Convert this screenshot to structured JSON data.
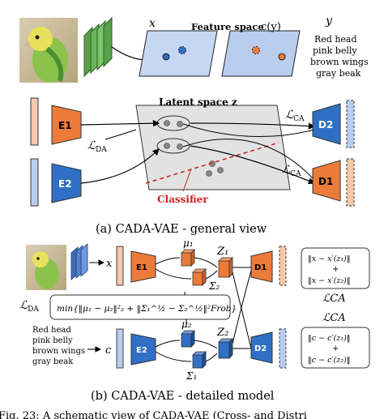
{
  "colors": {
    "orange": "#ec7b3a",
    "blue": "#2f6fc6",
    "light_orange": "#f4c8aa",
    "light_blue": "#b9cdef",
    "green_cnn": "#5aa04a",
    "latent_gray": "#e2e2e2",
    "feature_blue": "#c6d7f3",
    "classifier_red": "#cc1f1f"
  },
  "top": {
    "x_label": "x",
    "feature_space_label": "Feature space",
    "cy_label": "c(y)",
    "y_label": "y",
    "attributes": [
      "Red head",
      "pink belly",
      "brown wings",
      "gray beak"
    ],
    "latent_label": "Latent space z",
    "e1": "E1",
    "e2": "E2",
    "d1": "D1",
    "d2": "D2",
    "l_da": "ℒ",
    "l_da_sub": "DA",
    "l_ca": "ℒ",
    "l_ca_sub": "CA",
    "classifier": "Classifier",
    "caption": "(a) CADA-VAE - general view"
  },
  "bottom": {
    "x_label": "x",
    "c_label": "c",
    "mu1": "μ₁",
    "sigma1": "Σ₁",
    "mu2": "μ₂",
    "sigma2": "Σ₂",
    "z1": "Z₁",
    "z2": "Z₂",
    "e1": "E1",
    "e2": "E2",
    "d1": "D1",
    "d2": "D2",
    "l_da": "ℒ",
    "l_da_sub": "DA",
    "da_formula": "min{‖μ₁ − μ₂‖²₂ + ‖Σ₁^½ − Σ₂^½‖²Frob}",
    "attributes": [
      "Red head",
      "pink belly",
      "brown wings",
      "gray beak"
    ],
    "l_ca_top": "ℒCA",
    "l_ca_bottom": "ℒCA",
    "ca_top_line1": "‖x − x′(z₁)‖",
    "ca_top_line2": "‖x − x′(z₂)‖",
    "ca_bottom_line1": "‖c − c′(z₁)‖",
    "ca_bottom_line2": "‖c − c′(z₂)‖",
    "plus": "+",
    "caption": "(b) CADA-VAE - detailed model"
  },
  "footer": {
    "partial_caption": "Fig. 23: A schematic view of CADA-VAE (Cross- and Distri"
  }
}
